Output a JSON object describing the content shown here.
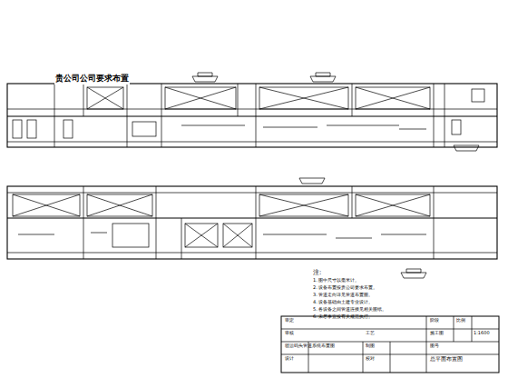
{
  "diagram": {
    "title": "贵公司公司要求布置",
    "labels": [
      "注:",
      "1. 图中尺寸以毫米计。",
      "2. 设备布置按贵公司要求布置。",
      "3. 管道走向详见管道布置图。",
      "4. 设备基础由土建专业设计。",
      "5. 各设备之间管道连接见相关图纸。",
      "6. 未尽事宜按有关规范执行。",
      "驳运码头管道系统布置图",
      "审定",
      "审核",
      "设计",
      "制图",
      "校对",
      "工艺",
      "比例",
      "1:1600",
      "图号",
      "总平面布置图",
      "阶段",
      "施工图"
    ]
  }
}
